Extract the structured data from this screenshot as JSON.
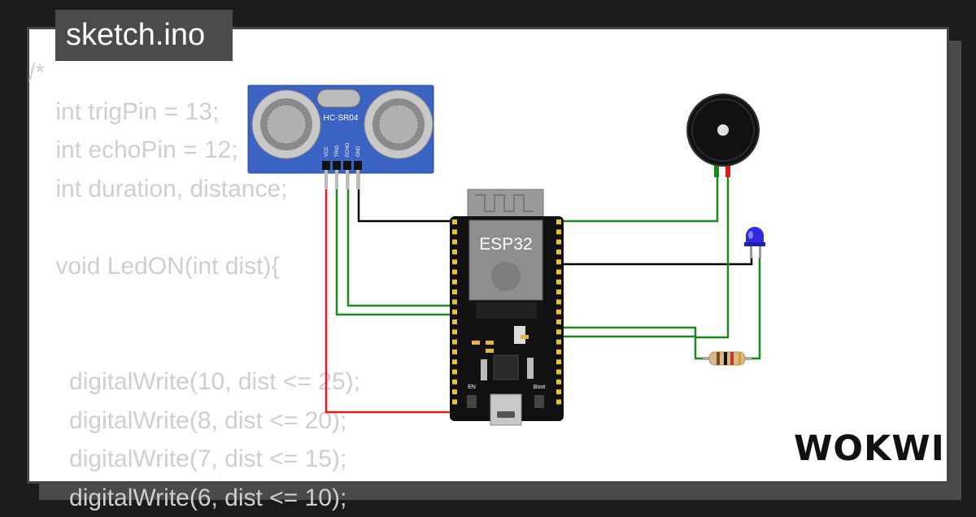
{
  "filename": "sketch.ino",
  "logo": "WOKWI",
  "code_lines": [
    "/*",
    "    int trigPin = 13;",
    "    int echoPin = 12;",
    "    int duration, distance;",
    "",
    "    void LedON(int dist){",
    "",
    "",
    "      digitalWrite(10, dist <= 25);",
    "      digitalWrite(8, dist <= 20);",
    "      digitalWrite(7, dist <= 15);",
    "      digitalWrite(6, dist <= 10);"
  ],
  "sensor": {
    "label": "HC-SR04",
    "pins": [
      "VCC",
      "TRIG",
      "ECHO",
      "GND"
    ]
  },
  "board": {
    "label": "ESP32",
    "buttons": [
      "EN",
      "Boot"
    ]
  },
  "colors": {
    "background": "#1b1b1b",
    "card": "#ffffff",
    "tag_bg": "#4b4b4b",
    "code_text": "#cfcfcf",
    "sensor_board": "#3b63c4",
    "wire_red": "#e11b1b",
    "wire_green": "#1a8a1a",
    "wire_black": "#000000",
    "led": "#2d2de0"
  },
  "icons": [
    "buzzer-icon",
    "led-icon",
    "resistor-icon",
    "usb-port-icon"
  ]
}
